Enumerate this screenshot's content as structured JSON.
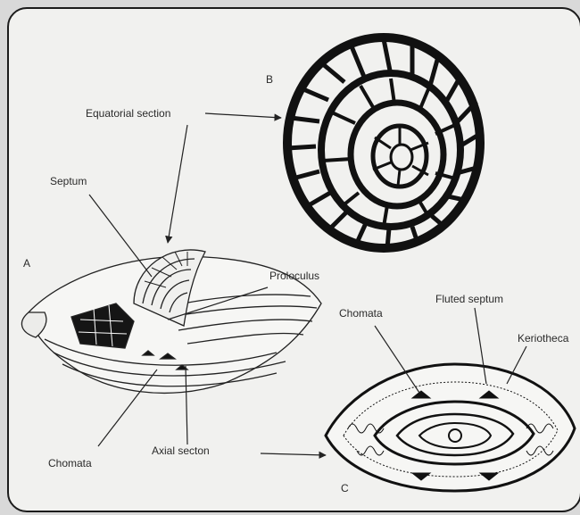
{
  "labels": {
    "B": "B",
    "A": "A",
    "C": "C",
    "equatorial_section": "Equatorial section",
    "septum": "Septum",
    "proloculus": "Proloculus",
    "chomata_left": "Chomata",
    "axial_section": "Axial secton",
    "chomata_right": "Chomata",
    "fluted_septum": "Fluted septum",
    "keriotheca": "Keriotheca"
  }
}
